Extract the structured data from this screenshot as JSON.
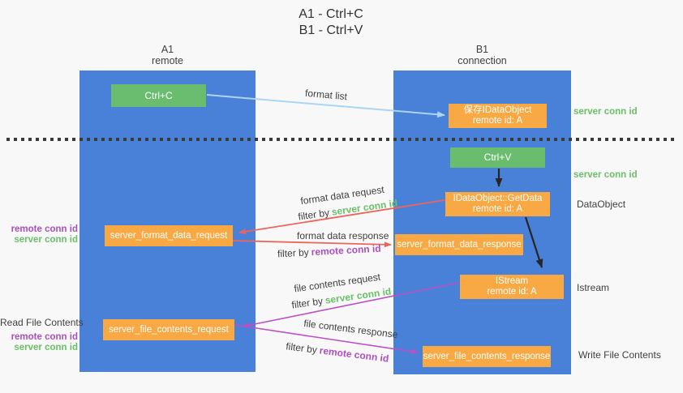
{
  "title": {
    "line1": "A1 - Ctrl+C",
    "line2": "B1 - Ctrl+V"
  },
  "columns": {
    "a": {
      "name": "A1",
      "role": "remote"
    },
    "b": {
      "name": "B1",
      "role": "connection"
    }
  },
  "boxes": {
    "ctrl_c": {
      "label": "Ctrl+C"
    },
    "save_dataobject": {
      "line1": "保存IDataObject",
      "line2": "remote id: A"
    },
    "ctrl_v": {
      "label": "Ctrl+V"
    },
    "getdata": {
      "line1": "IDataObject::GetData",
      "line2": "remote id: A"
    },
    "format_request": {
      "label": "server_format_data_request"
    },
    "format_response": {
      "label": "server_format_data_response"
    },
    "istream": {
      "line1": "IStream",
      "line2": "remote id: A"
    },
    "file_request": {
      "label": "server_file_contents_request"
    },
    "file_response": {
      "label": "server_file_contents_response"
    }
  },
  "labels": {
    "format_list": "format list",
    "format_data_request": "format data request",
    "format_data_response": "format data response",
    "file_contents_request": "file contents request",
    "file_contents_response": "file contents response",
    "filter_by": "filter by",
    "server_conn_id": "server conn id",
    "remote_conn_id": "remote conn id",
    "dataobject": "DataObject",
    "istream": "Istream",
    "read_file_contents": "Read File Contents",
    "write_file_contents": "Write File Contents"
  },
  "colors": {
    "background": "#f8f8f8",
    "column_blue": "#4a81d8",
    "box_green": "#6abd6e",
    "box_orange": "#f8a943",
    "arrow_light_blue": "#aad5f5",
    "arrow_red": "#ec655c",
    "arrow_magenta": "#bb4fc4",
    "arrow_black": "#262626",
    "text_green": "#6abf69",
    "text_purple": "#ab4fc0",
    "text_dark": "#3f3f3f"
  }
}
